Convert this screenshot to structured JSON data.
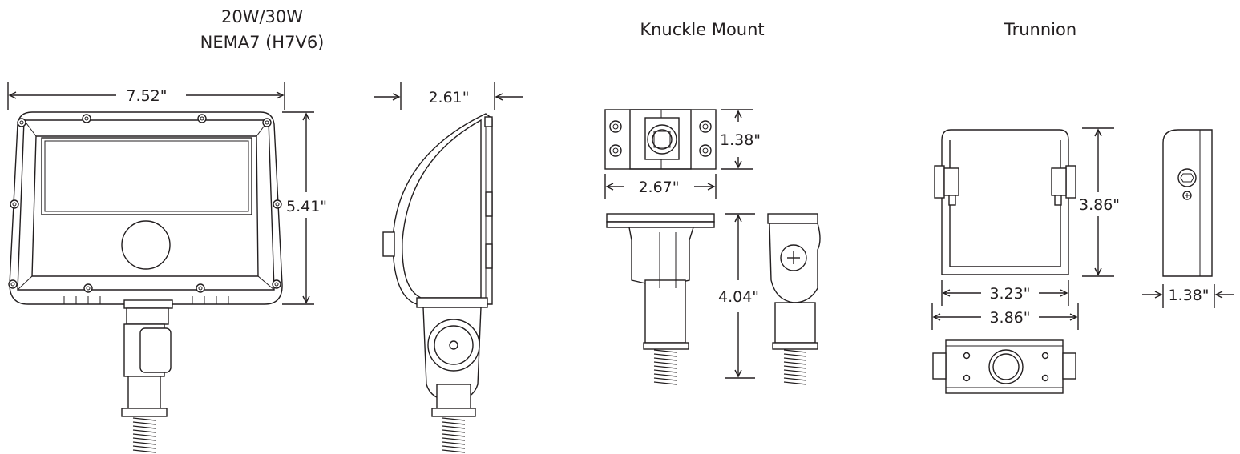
{
  "header_main": {
    "line1": "20W/30W",
    "line2": "NEMA7 (H7V6)"
  },
  "header_knuckle": "Knuckle Mount",
  "header_trunnion": "Trunnion",
  "dims": {
    "front_width": "7.52\"",
    "front_height": "5.41\"",
    "side_depth": "2.61\"",
    "knuckle_plate_height": "1.38\"",
    "knuckle_plate_width": "2.67\"",
    "knuckle_height": "4.04\"",
    "trunnion_height": "3.86\"",
    "trunnion_inner_width": "3.23\"",
    "trunnion_outer_width": "3.86\"",
    "trunnion_side_width": "1.38\""
  }
}
